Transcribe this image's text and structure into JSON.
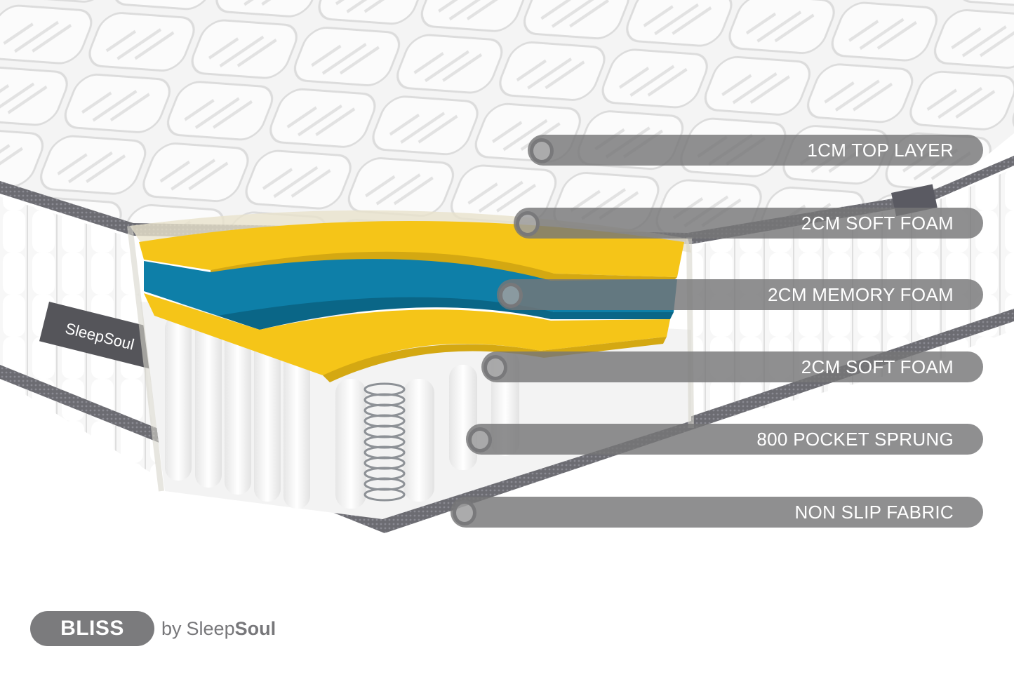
{
  "product": {
    "name": "BLISS",
    "by_prefix": "by",
    "brand_light": "Sleep",
    "brand_bold": "Soul",
    "label_tag_text": "SleepSoul"
  },
  "layers": [
    {
      "label": "1CM TOP LAYER",
      "color": "#f2f2f2"
    },
    {
      "label": "2CM SOFT FOAM",
      "color": "#f5c518"
    },
    {
      "label": "2CM MEMORY FOAM",
      "color": "#0e7fa8"
    },
    {
      "label": "2CM SOFT FOAM",
      "color": "#f5c518"
    },
    {
      "label": "800 POCKET SPRUNG",
      "color": "#ffffff"
    },
    {
      "label": "NON SLIP FABRIC",
      "color": "#6b6b70"
    }
  ],
  "colors": {
    "callout_bg": "#767678",
    "callout_text": "#ffffff",
    "foam_yellow": "#f5c518",
    "memory_blue": "#0e7fa8",
    "border_grey": "#6e6e74",
    "brand_grey": "#7b7b7d"
  }
}
